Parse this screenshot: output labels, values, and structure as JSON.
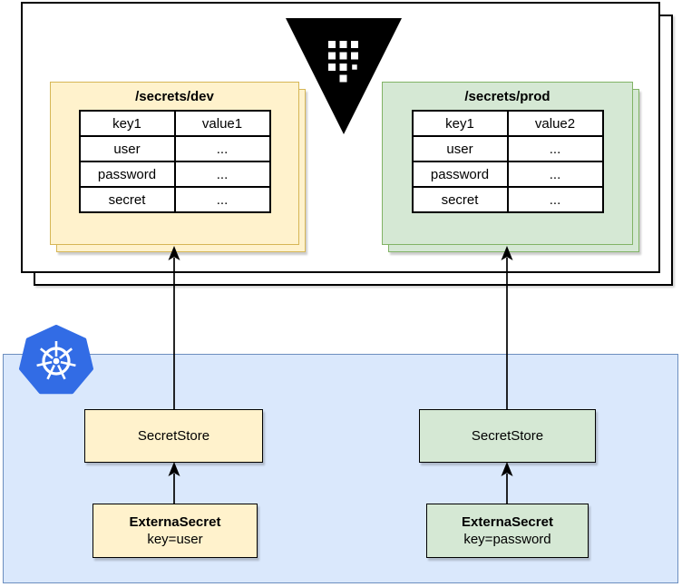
{
  "diagram": {
    "vault": {
      "logo_icon": "vault-logo",
      "dev": {
        "title": "/secrets/dev",
        "rows": [
          [
            "key1",
            "value1"
          ],
          [
            "user",
            "..."
          ],
          [
            "password",
            "..."
          ],
          [
            "secret",
            "..."
          ]
        ]
      },
      "prod": {
        "title": "/secrets/prod",
        "rows": [
          [
            "key1",
            "value2"
          ],
          [
            "user",
            "..."
          ],
          [
            "password",
            "..."
          ],
          [
            "secret",
            "..."
          ]
        ]
      }
    },
    "cluster": {
      "logo_icon": "kubernetes-logo",
      "left": {
        "store_label": "SecretStore",
        "external_label": "ExternaSecret",
        "external_key": "key=user"
      },
      "right": {
        "store_label": "SecretStore",
        "external_label": "ExternaSecret",
        "external_key": "key=password"
      }
    },
    "colors": {
      "yellow_fill": "#fff2cc",
      "yellow_border": "#d6b656",
      "green_fill": "#d5e8d4",
      "green_border": "#82b366",
      "cluster_fill": "#dae8fc",
      "cluster_border": "#6c8ebf",
      "kubernetes_blue": "#326ce5",
      "vault_black": "#000000",
      "line_color": "#000000"
    }
  }
}
